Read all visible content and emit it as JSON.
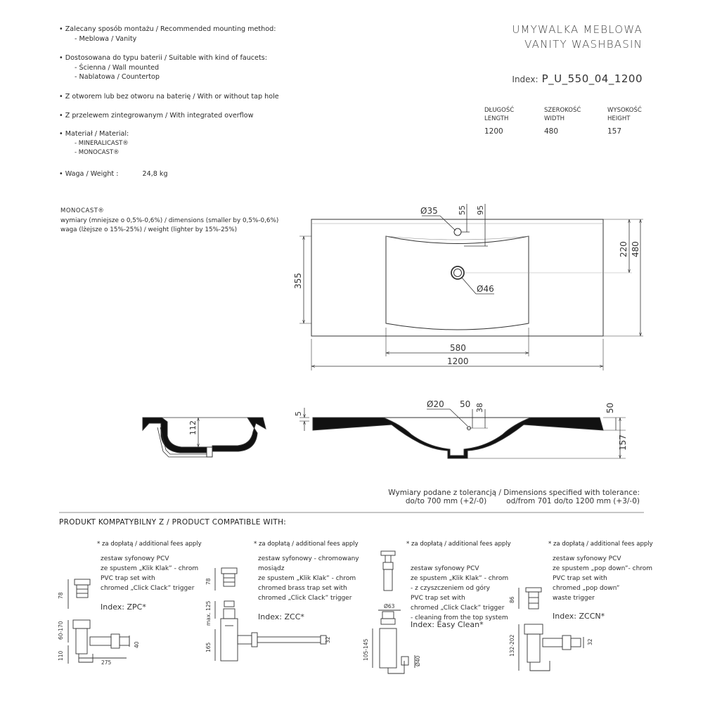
{
  "specs": {
    "mounting_line": "Zalecany sposób montażu / Recommended mounting method:",
    "mounting_value": "- Meblowa / Vanity",
    "faucet_line": "Dostosowana do typu baterii / Suitable with kind of faucets:",
    "faucet_wall": "- Ścienna / Wall mounted",
    "faucet_counter": "- Nablatowa / Countertop",
    "tap_hole": "Z otworem lub bez otworu na baterię / With or without tap hole",
    "overflow": "Z przelewem zintegrowanym /  With integrated overflow",
    "material_line": "Materiał / Material:",
    "material_1": "- MINERALICAST®",
    "material_2": "- MONOCAST®",
    "weight_label": "Waga / Weight :",
    "weight_value": "24,8 kg"
  },
  "monocast_note": {
    "title": "MONOCAST®",
    "line1": "wymiary (mniejsze o 0,5%-0,6%) / dimensions (smaller by 0,5%-0,6%)",
    "line2": "waga (lżejsze o 15%-25%) / weight (lighter by 15%-25%)"
  },
  "header": {
    "title_pl": "UMYWALKA  MEBLOWA",
    "title_en": "VANITY  WASHBASIN",
    "index_label": "Index:",
    "index_value": "P_U_550_04_1200"
  },
  "dimensions": {
    "length_pl": "DŁUGOŚĆ",
    "length_en": "LENGTH",
    "length_value": "1200",
    "width_pl": "SZEROKOŚĆ",
    "width_en": "WIDTH",
    "width_value": "480",
    "height_pl": "WYSOKOŚĆ",
    "height_en": "HEIGHT",
    "height_value": "157"
  },
  "drawing_top": {
    "d35": "Ø35",
    "d55": "55",
    "d95": "95",
    "d220": "220",
    "d480": "480",
    "d355": "355",
    "d46": "Ø46",
    "d580": "580",
    "d1200": "1200"
  },
  "drawing_front": {
    "d5": "5",
    "d20": "Ø20",
    "d50": "50",
    "d38": "38",
    "d50r": "50",
    "d157": "157"
  },
  "drawing_side": {
    "d112": "112"
  },
  "tolerance": {
    "line1": "Wymiary podane z tolerancją / Dimensions specified with tolerance:",
    "left": "do/to 700 mm (+2/-0)",
    "right": "od/from 701 do/to 1200 mm (+3/-0)"
  },
  "compatible": {
    "heading": "PRODUKT KOMPATYBILNY Z / PRODUCT COMPATIBLE WITH:",
    "items": [
      {
        "fee": "* za dopłatą / additional fees apply",
        "lines": [
          "zestaw syfonowy PCV",
          "ze spustem „Klik Klak” - chrom",
          "PVC trap set with",
          "chromed „Click Clack” trigger"
        ],
        "index": "Index: ZPC*",
        "dims": [
          "78",
          "60-170",
          "110",
          "275",
          "40"
        ]
      },
      {
        "fee": "* za dopłatą / additional fees apply",
        "lines": [
          "zestaw syfonowy - chromowany",
          "mosiądz",
          "ze spustem „Klik Klak” - chrom",
          "chromed brass trap set with",
          "chromed „Click Clack” trigger"
        ],
        "index": "Index: ZCC*",
        "dims": [
          "78",
          "max. 125",
          "165",
          "32"
        ]
      },
      {
        "fee": "* za dopłatą / additional fees apply",
        "lines": [
          "zestaw syfonowy PCV",
          "ze spustem „Klik Klak” - chrom",
          "- z czyszczeniem od góry",
          "PVC trap set with",
          "chromed „Click Clack” trigger",
          "- cleaning from the top system"
        ],
        "index": "Index: Easy Clean*",
        "dims": [
          "Ø63",
          "105-145",
          "Ø40"
        ]
      },
      {
        "fee": "* za dopłatą / additional fees apply",
        "lines": [
          "zestaw syfonowy PCV",
          "ze spustem „pop down”- chrom",
          "PVC trap set with",
          "chromed „pop down”",
          "waste trigger"
        ],
        "index": "Index: ZCCN*",
        "dims": [
          "86",
          "132-202",
          "32"
        ]
      }
    ]
  }
}
